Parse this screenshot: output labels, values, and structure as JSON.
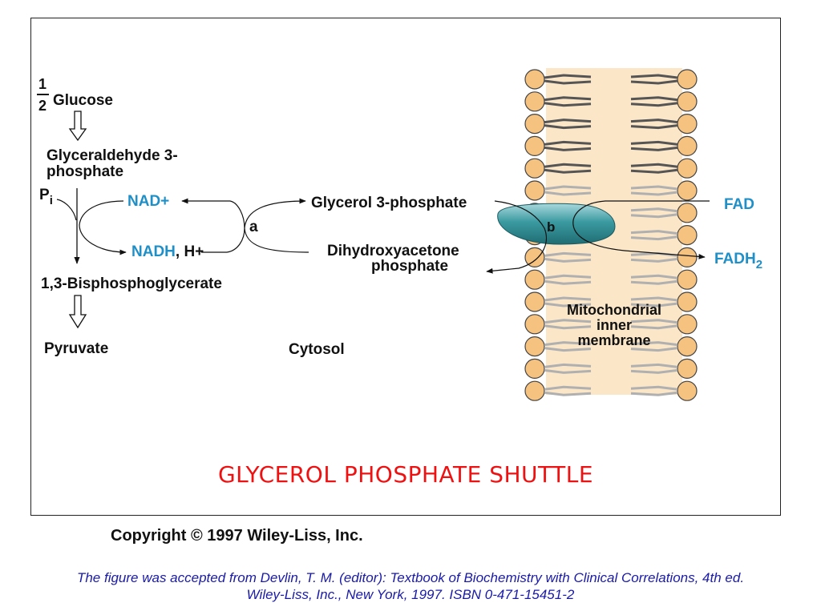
{
  "diagram": {
    "glucose_fraction_num": "1",
    "glucose_fraction_den": "2",
    "glucose": "Glucose",
    "g3p_line1": "Glyceraldehyde 3-",
    "g3p_line2": "phosphate",
    "pi_main": "P",
    "pi_sub": "i",
    "nad_plus": "NAD+",
    "nadh": "NADH",
    "h_plus": ", H+",
    "bpg": "1,3-Bisphosphoglycerate",
    "pyruvate": "Pyruvate",
    "enzyme_a": "a",
    "glycerol_3_phosphate": "Glycerol 3-phosphate",
    "dhap_line1": "Dihydroxyacetone",
    "dhap_line2": "phosphate",
    "cytosol": "Cytosol",
    "enzyme_b": "b",
    "fad": "FAD",
    "fadh_main": "FADH",
    "fadh_sub": "2",
    "membrane_line1": "Mitochondrial",
    "membrane_line2": "inner",
    "membrane_line3": "membrane",
    "colors": {
      "cofactor_blue": "#1f8fc8",
      "title_red": "#ee1111",
      "lipid_head": "#f6c27f",
      "bilayer_fill": "#fbe6c8",
      "enzyme_teal": "#2e8a91"
    }
  },
  "title": "GLYCEROL PHOSPHATE SHUTTLE",
  "copyright": "Copyright © 1997 Wiley-Liss, Inc.",
  "citation": {
    "line1": "The figure was accepted from Devlin, T. M. (editor): Textbook of Biochemistry with Clinical Correlations, 4th ed.",
    "line2": "Wiley-Liss, Inc., New York, 1997. ISBN 0-471-15451-2"
  }
}
